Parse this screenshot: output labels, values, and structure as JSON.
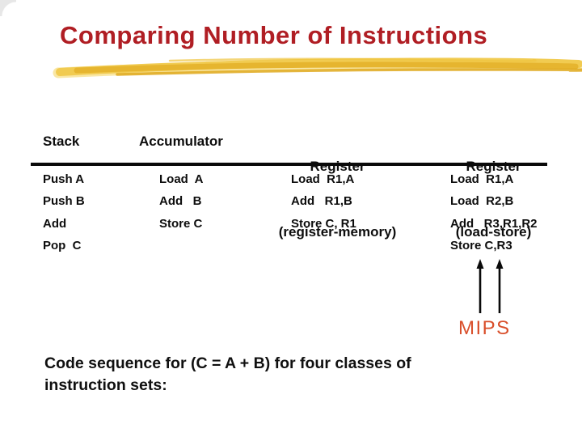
{
  "slide": {
    "title": "Comparing Number of Instructions",
    "caption": "Code sequence for (C = A + B) for four classes of\ninstruction sets:",
    "mips_label": "MIPS",
    "colors": {
      "title_red": "#B01E24",
      "mips_orange": "#D94F2B",
      "brush_gold": "#E8B93A",
      "brush_gold_light": "#F6DA75",
      "brush_gold_dark": "#DFA91F",
      "rule_black": "#0A0A0A"
    },
    "icons": {
      "up_arrows": "up-arrow"
    }
  },
  "table": {
    "headers": [
      {
        "line1": "Stack",
        "line2": ""
      },
      {
        "line1": "Accumulator",
        "line2": ""
      },
      {
        "line1": "Register",
        "line2": "(register-memory)"
      },
      {
        "line1": "Register",
        "line2": "(load-store)"
      }
    ],
    "columns": [
      {
        "name": "stack",
        "cells": [
          "Push A",
          "Push B",
          "Add",
          "Pop  C"
        ]
      },
      {
        "name": "accumulator",
        "cells": [
          "Load  A",
          "Add   B",
          "Store C",
          ""
        ]
      },
      {
        "name": "register-memory",
        "cells": [
          "Load  R1,A",
          "Add   R1,B",
          "Store C, R1",
          ""
        ]
      },
      {
        "name": "load-store",
        "cells": [
          "Load  R1,A",
          "Load  R2,B",
          "Add   R3,R1,R2",
          "Store C,R3"
        ]
      }
    ]
  }
}
